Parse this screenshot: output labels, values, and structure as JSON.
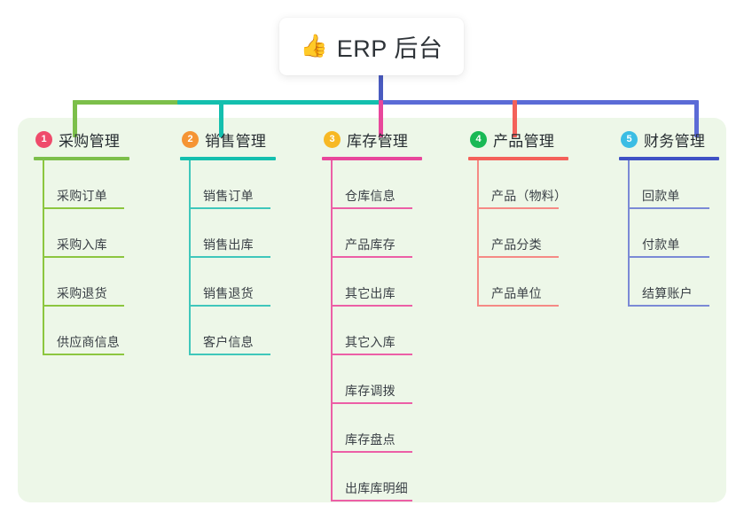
{
  "root": {
    "icon": "thumbs-up-icon",
    "emoji": "👍",
    "label": "ERP 后台"
  },
  "theme": {
    "panel_background": "#edf7e8",
    "page_background": "#ffffff",
    "text_color": "#262c31",
    "leaf_text_color": "#3a4046",
    "stem_color": "#4a5bc0",
    "bus_segment_green": "#7cbf4a",
    "bus_segment_teal": "#14bfae",
    "bus_segment_blue": "#5b6bd6"
  },
  "columns": [
    {
      "number": "1",
      "title": "采购管理",
      "badge_color": "#ef4b6b",
      "rule_color": "#7cbf4a",
      "line_color": "#8cc63f",
      "items": [
        {
          "label": "采购订单"
        },
        {
          "label": "采购入库"
        },
        {
          "label": "采购退货"
        },
        {
          "label": "供应商信息"
        }
      ]
    },
    {
      "number": "2",
      "title": "销售管理",
      "badge_color": "#f59434",
      "rule_color": "#14bfae",
      "line_color": "#3fc7bb",
      "items": [
        {
          "label": "销售订单"
        },
        {
          "label": "销售出库"
        },
        {
          "label": "销售退货"
        },
        {
          "label": "客户信息"
        }
      ]
    },
    {
      "number": "3",
      "title": "库存管理",
      "badge_color": "#f7b824",
      "rule_color": "#e8479b",
      "line_color": "#ec5fa6",
      "items": [
        {
          "label": "仓库信息"
        },
        {
          "label": "产品库存"
        },
        {
          "label": "其它出库"
        },
        {
          "label": "其它入库"
        },
        {
          "label": "库存调拨"
        },
        {
          "label": "库存盘点"
        },
        {
          "label": "出库库明细"
        }
      ]
    },
    {
      "number": "4",
      "title": "产品管理",
      "badge_color": "#19b955",
      "rule_color": "#f4615a",
      "line_color": "#f58a85",
      "items": [
        {
          "label": "产品（物料）"
        },
        {
          "label": "产品分类"
        },
        {
          "label": "产品单位"
        }
      ]
    },
    {
      "number": "5",
      "title": "财务管理",
      "badge_color": "#3bbde4",
      "rule_color": "#3f51c4",
      "line_color": "#7b8ad6",
      "items": [
        {
          "label": "回款单"
        },
        {
          "label": "付款单"
        },
        {
          "label": "结算账户"
        }
      ]
    }
  ]
}
